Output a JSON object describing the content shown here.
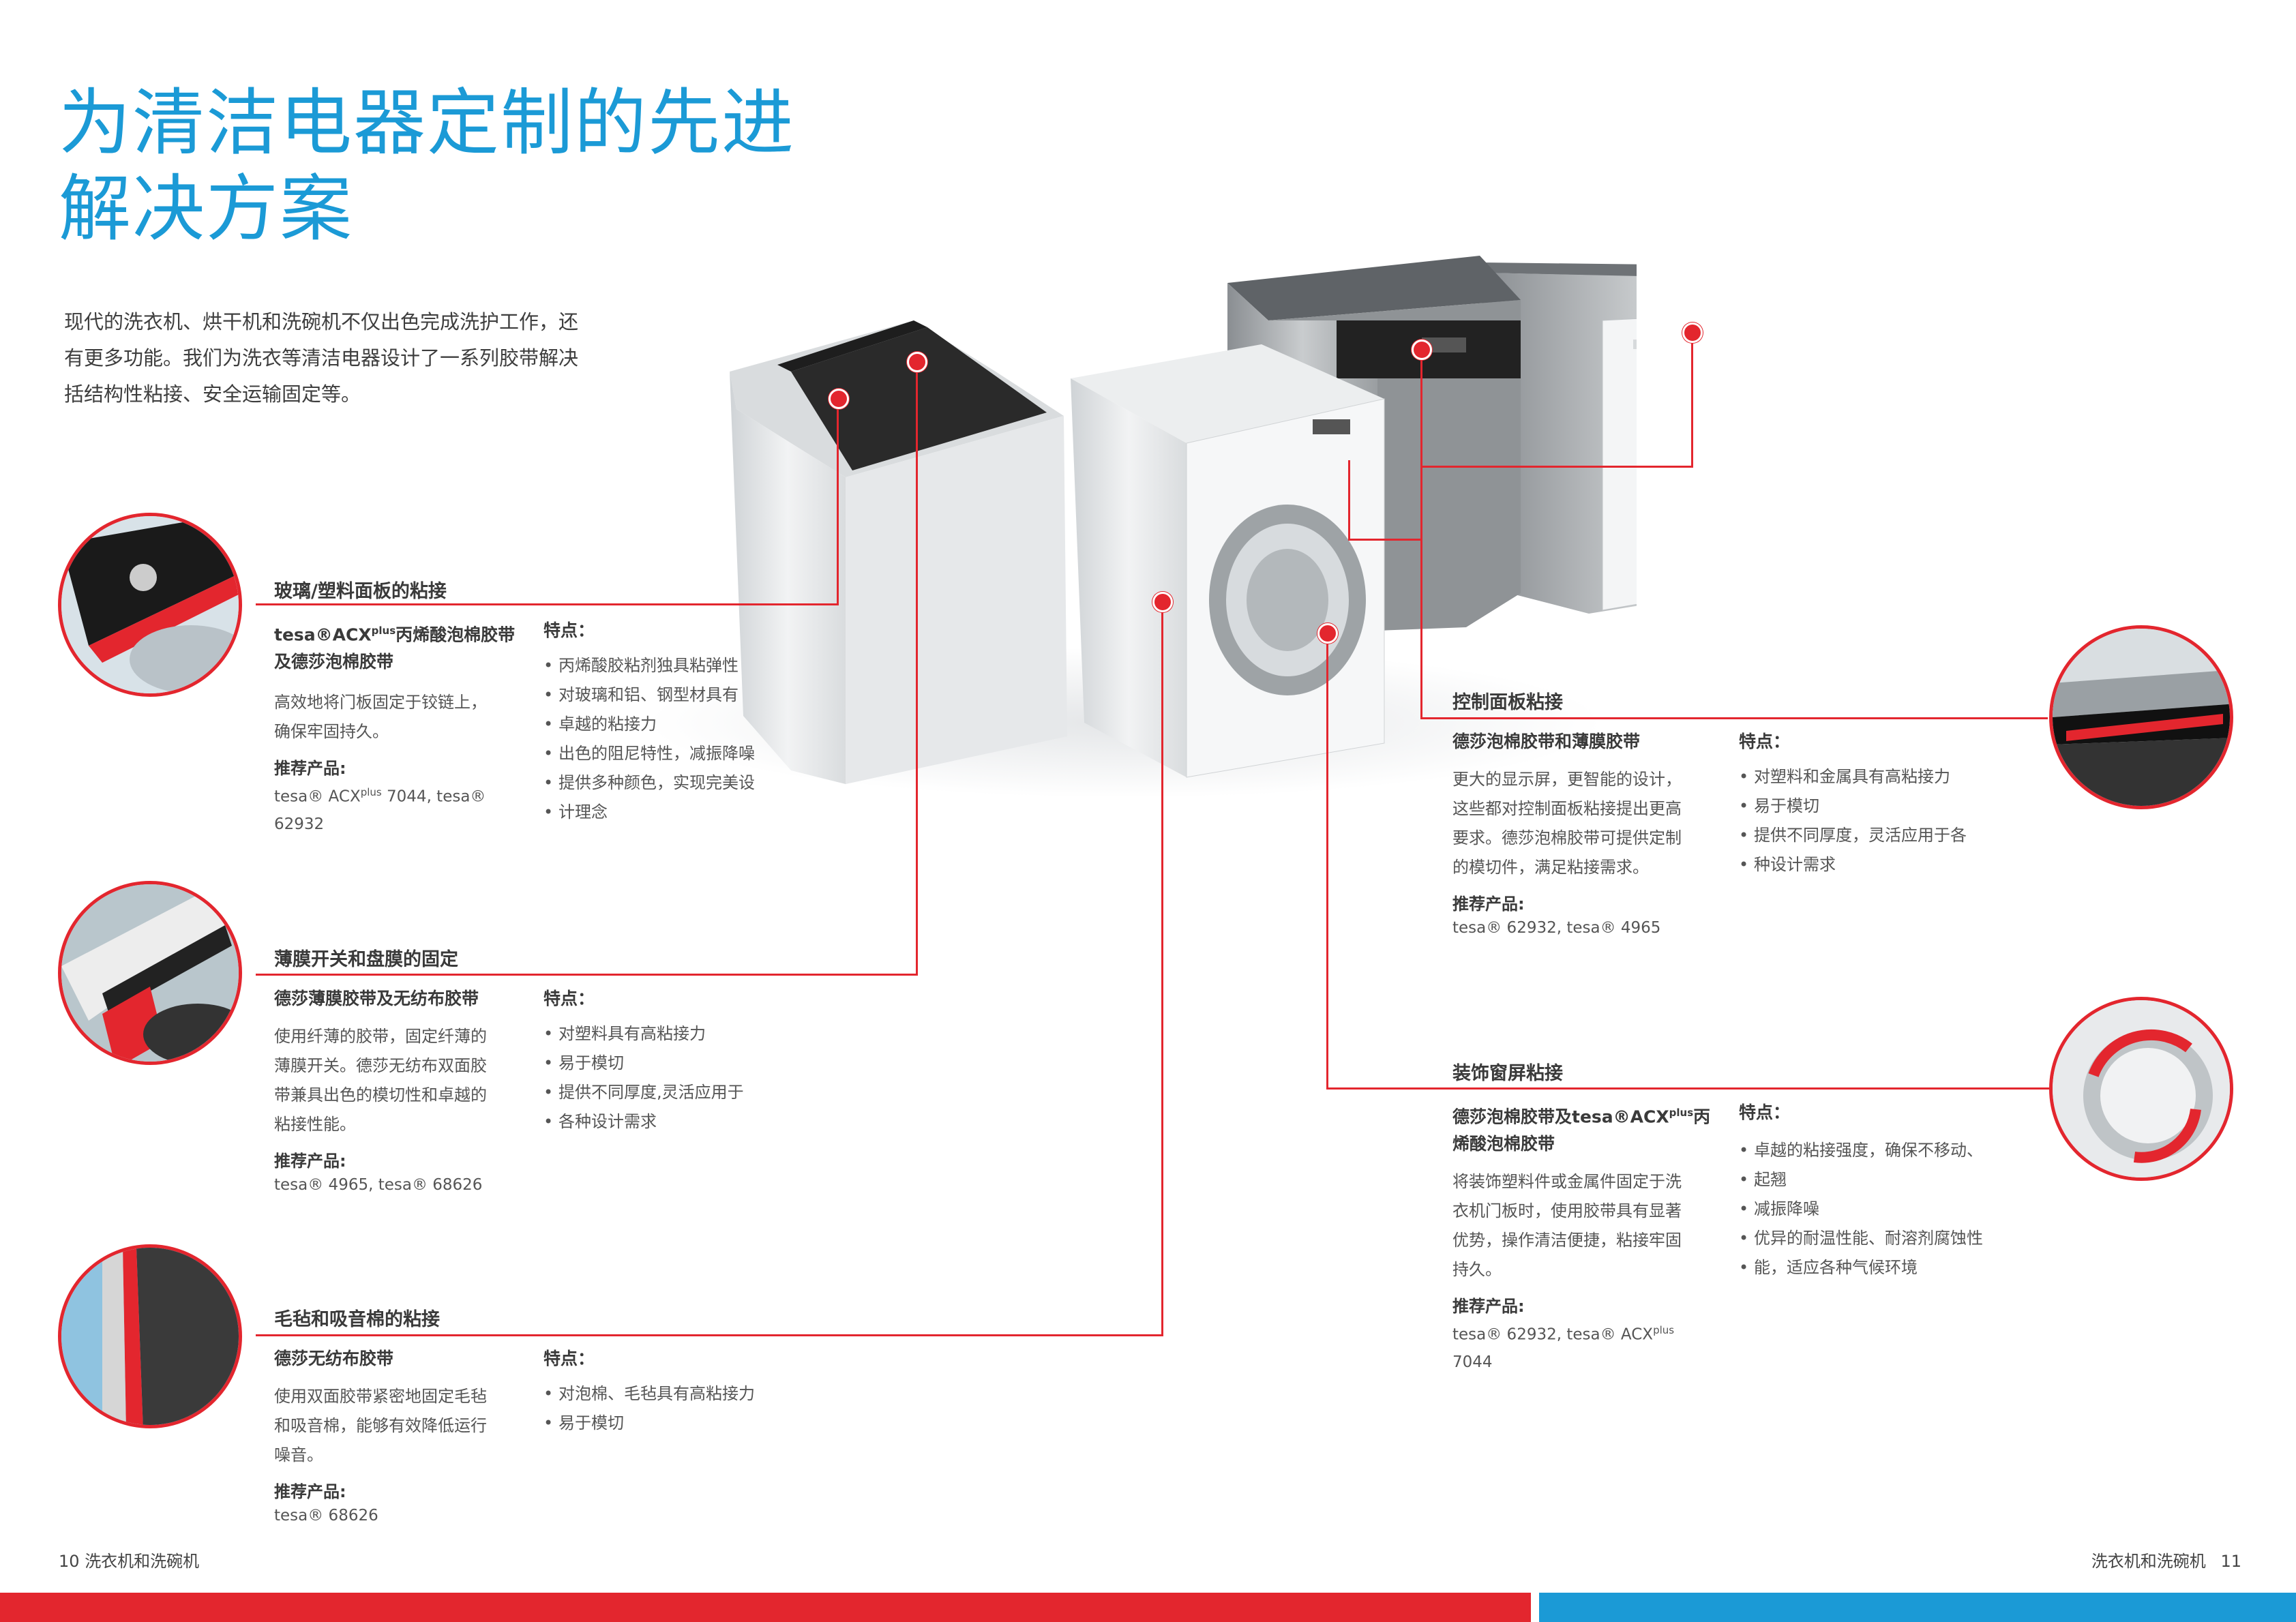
{
  "title_lines": [
    "为清洁电器定制的先进",
    "解决方案"
  ],
  "intro_lines": [
    "现代的洗衣机、烘干机和洗碗机不仅出色完成洗护工作，还",
    "有更多功能。我们为洗衣等清洁电器设计了一系列胶带解决",
    "括结构性粘接、安全运输固定等。"
  ],
  "features_label": "特点：",
  "rec_label": "推荐产品:",
  "sections": {
    "glass": {
      "title": "玻璃/塑料面板的粘接",
      "sub_prefix": "tesa®ACX",
      "sub_sup": "plus",
      "sub_suffix": "丙烯酸泡棉胶带",
      "sub_line2": "及德莎泡棉胶带",
      "desc": [
        "高效地将门板固定于铰链上，",
        "确保牢固持久。"
      ],
      "rec_a": "tesa® ACX",
      "rec_sup": "plus",
      "rec_b": " 7044, tesa®",
      "rec_line2": "62932",
      "features": [
        "丙烯酸胶粘剂独具粘弹性",
        "对玻璃和铝、钢型材具有",
        "卓越的粘接力",
        "出色的阻尼特性，减振降噪",
        "提供多种颜色，实现完美设",
        "计理念"
      ]
    },
    "membrane": {
      "title": "薄膜开关和盘膜的固定",
      "sub": "德莎薄膜胶带及无纺布胶带",
      "desc": [
        "使用纤薄的胶带，固定纤薄的",
        "薄膜开关。德莎无纺布双面胶",
        "带兼具出色的模切性和卓越的",
        "粘接性能。"
      ],
      "rec": "tesa® 4965, tesa® 68626",
      "features": [
        "对塑料具有高粘接力",
        "易于模切",
        "提供不同厚度,灵活应用于",
        "各种设计需求"
      ]
    },
    "felt": {
      "title": "毛毡和吸音棉的粘接",
      "sub": "德莎无纺布胶带",
      "desc": [
        "使用双面胶带紧密地固定毛毡",
        "和吸音棉，能够有效降低运行",
        "噪音。"
      ],
      "rec": "tesa® 68626",
      "features": [
        "对泡棉、毛毡具有高粘接力",
        "易于模切"
      ]
    },
    "control": {
      "title": "控制面板粘接",
      "sub": "德莎泡棉胶带和薄膜胶带",
      "desc": [
        "更大的显示屏，更智能的设计，",
        "这些都对控制面板粘接提出更高",
        "要求。德莎泡棉胶带可提供定制",
        "的模切件，满足粘接需求。"
      ],
      "rec": "tesa® 62932, tesa® 4965",
      "features": [
        "对塑料和金属具有高粘接力",
        "易于模切",
        "提供不同厚度，灵活应用于各",
        "种设计需求"
      ]
    },
    "window": {
      "title": "装饰窗屏粘接",
      "sub_prefix": "德莎泡棉胶带及tesa®ACX",
      "sub_sup": "plus",
      "sub_suffix": "丙",
      "sub_line2": "烯酸泡棉胶带",
      "desc": [
        "将装饰塑料件或金属件固定于洗",
        "衣机门板时，使用胶带具有显著",
        "优势，操作清洁便捷，粘接牢固",
        "持久。"
      ],
      "rec_a": "tesa® 62932, tesa® ACX",
      "rec_sup": "plus",
      "rec_b": " 7044",
      "features": [
        "卓越的粘接强度，确保不移动、",
        "起翘",
        "减振降噪",
        "优异的耐温性能、耐溶剂腐蚀性",
        "能，适应各种气候环境"
      ]
    }
  },
  "footer": {
    "left_num": "10",
    "left_text": "洗衣机和洗碗机",
    "right_text": "洗衣机和洗碗机",
    "right_num": "11"
  },
  "colors": {
    "accent_red": "#e3262e",
    "accent_blue": "#1b9ad6"
  }
}
